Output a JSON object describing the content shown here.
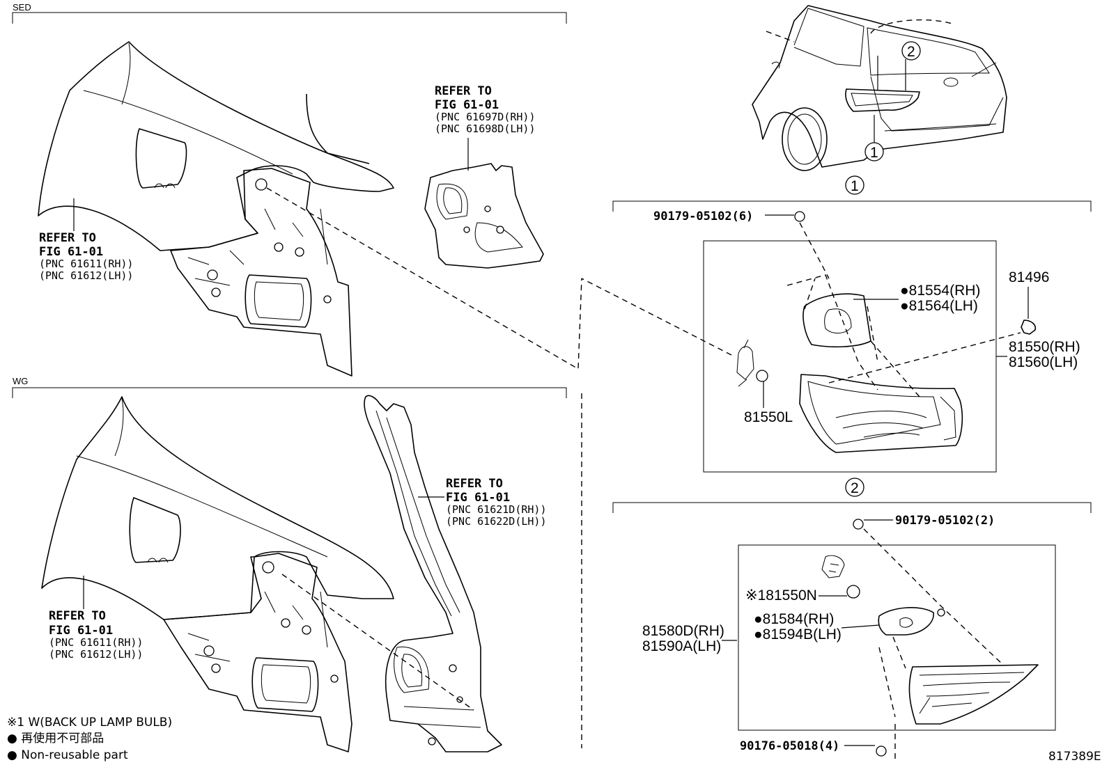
{
  "sections": {
    "sed": "SED",
    "wg": "WG"
  },
  "callouts": {
    "one": "1",
    "two": "2"
  },
  "labels": {
    "sed_refer_top": {
      "l1": "REFER TO",
      "l2": "FIG 61-01",
      "l3": "(PNC 61697D(RH))",
      "l4": "(PNC 61698D(LH))"
    },
    "sed_refer_left": {
      "l1": "REFER TO",
      "l2": "FIG 61-01",
      "l3": "(PNC 61611(RH))",
      "l4": "(PNC 61612(LH))"
    },
    "wg_refer_right": {
      "l1": "REFER TO",
      "l2": "FIG 61-01",
      "l3": "(PNC 61621D(RH))",
      "l4": "(PNC 61622D(LH))"
    },
    "wg_refer_left": {
      "l1": "REFER TO",
      "l2": "FIG 61-01",
      "l3": "(PNC 61611(RH))",
      "l4": "(PNC 61612(LH))"
    }
  },
  "parts": {
    "nut_top": "90179-05102(6)",
    "gasket_rh": "●81554(RH)",
    "gasket_lh": "●81564(LH)",
    "clip": "81496",
    "lamp_rh": "81550(RH)",
    "lamp_lh": "81560(LH)",
    "socket": "81550L",
    "nut_mid": "90179-05102(2)",
    "socket_n": "※181550N",
    "gasket2_rh": "●81584(RH)",
    "gasket2_lh": "●81594B(LH)",
    "lamp2_rh": "81580D(RH)",
    "lamp2_lh": "81590A(LH)",
    "nut_bottom": "90176-05018(4)"
  },
  "legend": {
    "note1": "※1 W(BACK UP LAMP BULB)",
    "nonreuse_jp": "● 再使用不可部品",
    "nonreuse_en": "● Non-reusable part"
  },
  "figure_id": "817389E"
}
